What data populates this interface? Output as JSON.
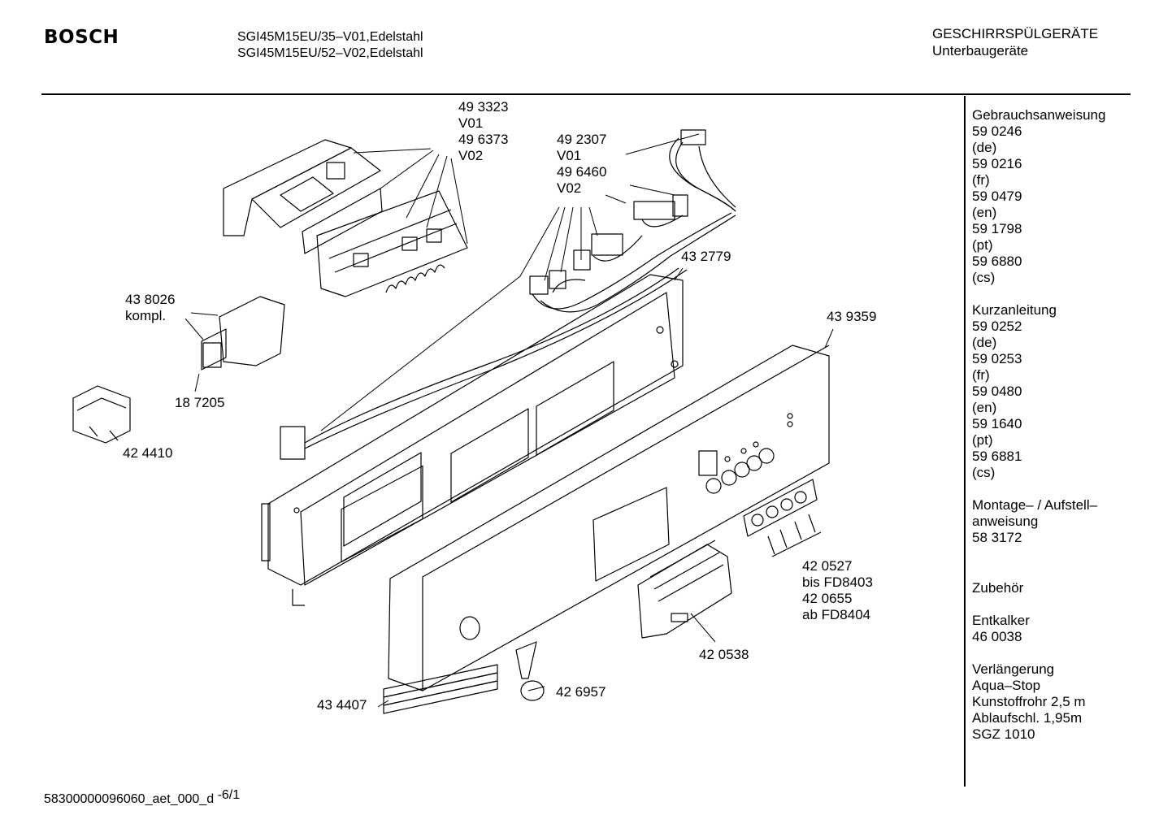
{
  "header": {
    "brand": "BOSCH",
    "models": [
      "SGI45M15EU/35–V01,Edelstahl",
      "SGI45M15EU/52–V02,Edelstahl"
    ],
    "category": "GESCHIRRSPÜLGERÄTE",
    "subcategory": "Unterbaugeräte"
  },
  "sidebar": {
    "blocks": [
      [
        "Gebrauchsanweisung",
        "59 0246",
        "(de)",
        "59 0216",
        "(fr)",
        "59 0479",
        "(en)",
        "59 1798",
        "(pt)",
        "59 6880",
        "(cs)"
      ],
      [
        "Kurzanleitung",
        "59 0252",
        "(de)",
        "59 0253",
        "(fr)",
        "59 0480",
        "(en)",
        "59 1640",
        "(pt)",
        "59 6881",
        "(cs)"
      ],
      [
        "Montage– / Aufstell–",
        "anweisung",
        "58 3172",
        ""
      ],
      [
        "Zubehör"
      ],
      [
        "Entkalker",
        "46 0038"
      ],
      [
        "Verlängerung",
        "Aqua–Stop",
        "Kunstoffrohr 2,5 m",
        "Ablaufschl. 1,95m",
        "SGZ 1010"
      ]
    ]
  },
  "parts": {
    "p493323": [
      "49 3323",
      "V01",
      "49 6373",
      "V02"
    ],
    "p492307": [
      "49 2307",
      "V01",
      "49 6460",
      "V02"
    ],
    "p432779": [
      "43 2779"
    ],
    "p438026": [
      "43 8026",
      "kompl."
    ],
    "p187205": [
      "18 7205"
    ],
    "p424410": [
      "42 4410"
    ],
    "p439359": [
      "43 9359"
    ],
    "p420527": [
      "42 0527",
      "bis FD8403",
      "42 0655",
      "ab FD8404"
    ],
    "p420538": [
      "42 0538"
    ],
    "p426957": [
      "42 6957"
    ],
    "p434407": [
      "43 4407"
    ]
  },
  "footer": {
    "code": "58300000096060_aet_000_d",
    "page": "-6/1"
  }
}
